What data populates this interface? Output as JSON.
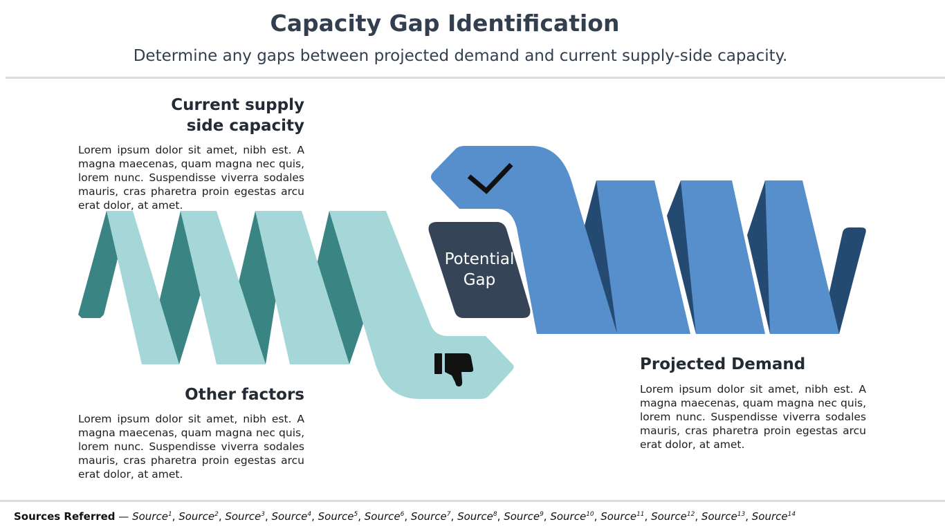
{
  "header": {
    "title": "Capacity Gap Identification",
    "subtitle": "Determine any gaps between projected demand and current supply-side capacity."
  },
  "sections": {
    "current_supply": {
      "title": "Current supply side capacity",
      "body": "Lorem ipsum dolor sit amet, nibh est. A magna maecenas, quam magna nec quis, lorem nunc. Suspendisse viverra sodales mauris, cras pharetra proin egestas arcu erat dolor, at amet."
    },
    "other_factors": {
      "title": "Other factors",
      "body": "Lorem ipsum dolor sit amet, nibh est. A magna maecenas, quam magna nec quis, lorem nunc. Suspendisse viverra sodales mauris, cras pharetra proin egestas arcu erat dolor, at amet."
    },
    "projected_demand": {
      "title": "Projected Demand",
      "body": "Lorem ipsum dolor sit amet, nibh est. A magna maecenas, quam magna nec quis, lorem nunc. Suspendisse viverra sodales mauris, cras pharetra proin egestas arcu erat dolor, at amet."
    }
  },
  "gap": {
    "label_line1": "Potential",
    "label_line2": "Gap"
  },
  "icons": {
    "demand_head": "checkmark-icon",
    "supply_head": "thumbs-down-icon"
  },
  "colors": {
    "teal_light": "#a5d7d9",
    "teal_dark": "#3a8484",
    "blue_light": "#578fcc",
    "blue_dark": "#254a72",
    "gap_box": "#354456",
    "heading": "#333f4f"
  },
  "footer": {
    "label": "Sources Referred",
    "separator": " — ",
    "sources": [
      {
        "text": "Source",
        "sup": "1"
      },
      {
        "text": "Source",
        "sup": "2"
      },
      {
        "text": "Source",
        "sup": "3"
      },
      {
        "text": "Source",
        "sup": "4"
      },
      {
        "text": "Source",
        "sup": "5"
      },
      {
        "text": "Source",
        "sup": "6"
      },
      {
        "text": "Source",
        "sup": "7"
      },
      {
        "text": "Source",
        "sup": "8"
      },
      {
        "text": "Source",
        "sup": "9"
      },
      {
        "text": "Source",
        "sup": "10"
      },
      {
        "text": "Source",
        "sup": "11"
      },
      {
        "text": "Source",
        "sup": "12"
      },
      {
        "text": "Source",
        "sup": "13"
      },
      {
        "text": "Source",
        "sup": "14"
      }
    ]
  }
}
